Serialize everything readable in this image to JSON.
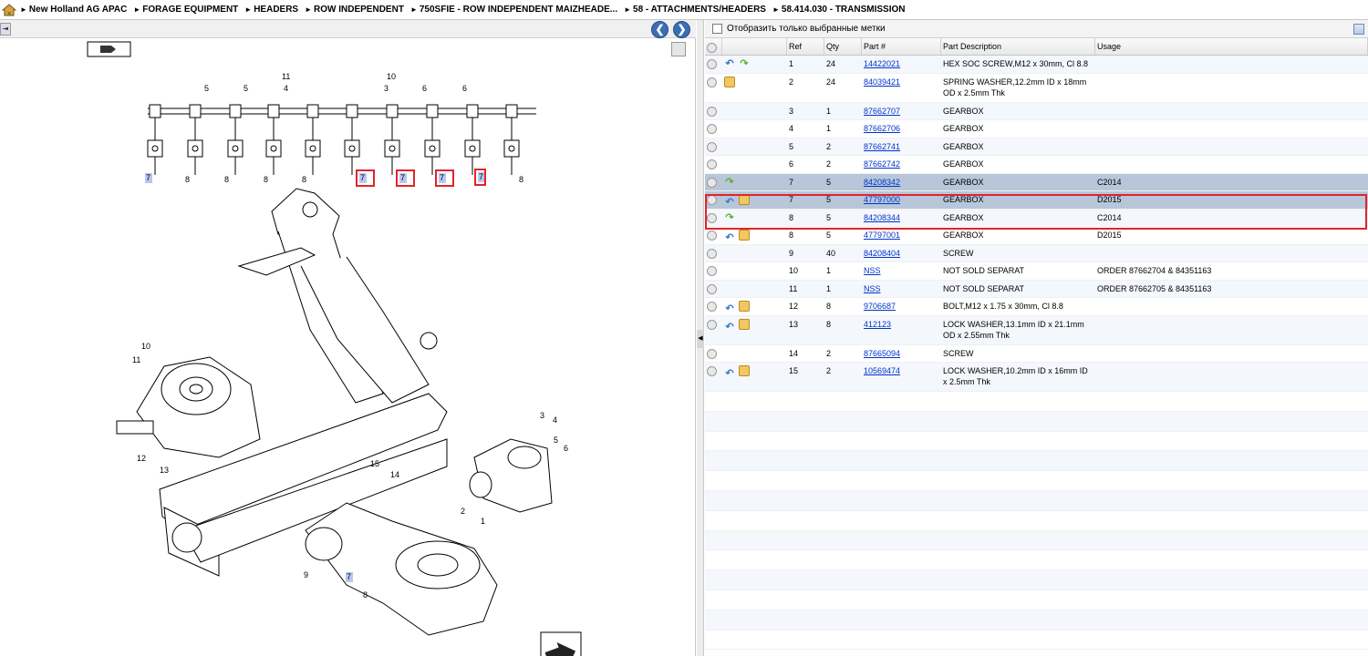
{
  "breadcrumb": [
    "New Holland AG APAC",
    "FORAGE EQUIPMENT",
    "HEADERS",
    "ROW INDEPENDENT",
    "750SFIE - ROW INDEPENDENT MAIZHEADE...",
    "58 - ATTACHMENTS/HEADERS",
    "58.414.030 - TRANSMISSION"
  ],
  "filter": {
    "label": "Отобразить только выбранные метки"
  },
  "columns": [
    "Ref",
    "Qty",
    "Part #",
    "Part Description",
    "Usage"
  ],
  "rows": [
    {
      "ref": "1",
      "qty": "24",
      "part": "14422021",
      "desc": "HEX SOC SCREW,M12 x 30mm, Cl 8.8",
      "usage": "",
      "icons": [
        "back",
        "fwd"
      ]
    },
    {
      "ref": "2",
      "qty": "24",
      "part": "84039421",
      "desc": "SPRING WASHER,12.2mm ID x 18mm OD x 2.5mm Thk",
      "usage": "",
      "icons": [
        "box"
      ]
    },
    {
      "ref": "3",
      "qty": "1",
      "part": "87662707",
      "desc": "GEARBOX",
      "usage": "",
      "icons": []
    },
    {
      "ref": "4",
      "qty": "1",
      "part": "87662706",
      "desc": "GEARBOX",
      "usage": "",
      "icons": []
    },
    {
      "ref": "5",
      "qty": "2",
      "part": "87662741",
      "desc": "GEARBOX",
      "usage": "",
      "icons": []
    },
    {
      "ref": "6",
      "qty": "2",
      "part": "87662742",
      "desc": "GEARBOX",
      "usage": "",
      "icons": []
    },
    {
      "ref": "7",
      "qty": "5",
      "part": "84208342",
      "desc": "GEARBOX",
      "usage": "C2014",
      "icons": [
        "fwd"
      ],
      "selected": true
    },
    {
      "ref": "7",
      "qty": "5",
      "part": "47797000",
      "desc": "GEARBOX",
      "usage": "D2015",
      "icons": [
        "back",
        "box"
      ],
      "selected": true
    },
    {
      "ref": "8",
      "qty": "5",
      "part": "84208344",
      "desc": "GEARBOX",
      "usage": "C2014",
      "icons": [
        "fwd"
      ]
    },
    {
      "ref": "8",
      "qty": "5",
      "part": "47797001",
      "desc": "GEARBOX",
      "usage": "D2015",
      "icons": [
        "back",
        "box"
      ]
    },
    {
      "ref": "9",
      "qty": "40",
      "part": "84208404",
      "desc": "SCREW",
      "usage": "",
      "icons": []
    },
    {
      "ref": "10",
      "qty": "1",
      "part": "NSS",
      "desc": "NOT SOLD SEPARAT",
      "usage": "ORDER 87662704 & 84351163",
      "icons": []
    },
    {
      "ref": "11",
      "qty": "1",
      "part": "NSS",
      "desc": "NOT SOLD SEPARAT",
      "usage": "ORDER 87662705 & 84351163",
      "icons": []
    },
    {
      "ref": "12",
      "qty": "8",
      "part": "9706687",
      "desc": "BOLT,M12 x 1.75 x 30mm, Cl 8.8",
      "usage": "",
      "icons": [
        "back",
        "box"
      ]
    },
    {
      "ref": "13",
      "qty": "8",
      "part": "412123",
      "desc": "LOCK WASHER,13.1mm ID x 21.1mm OD x 2.55mm Thk",
      "usage": "",
      "icons": [
        "back",
        "box"
      ]
    },
    {
      "ref": "14",
      "qty": "2",
      "part": "87665094",
      "desc": "SCREW",
      "usage": "",
      "icons": []
    },
    {
      "ref": "15",
      "qty": "2",
      "part": "10569474",
      "desc": "LOCK WASHER,10.2mm ID x 16mm ID x 2.5mm Thk",
      "usage": "",
      "icons": [
        "back",
        "box"
      ]
    }
  ],
  "diagram": {
    "top_labels": [
      "5",
      "5",
      "4",
      "11",
      "10",
      "3",
      "6",
      "6"
    ],
    "bottom_labels": [
      "7",
      "8",
      "8",
      "8",
      "8",
      "7",
      "7",
      "7",
      "7",
      "8"
    ],
    "callouts": [
      "10",
      "11",
      "12",
      "13",
      "15",
      "14",
      "3",
      "4",
      "5",
      "6",
      "2",
      "1",
      "9",
      "7",
      "8"
    ]
  },
  "colors": {
    "highlight": "#e0242b",
    "selected_row": "#b7c7d9",
    "link": "#0033cc"
  }
}
